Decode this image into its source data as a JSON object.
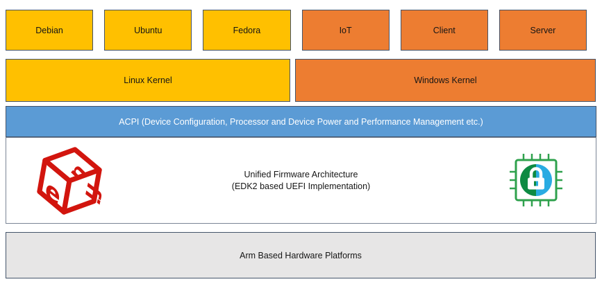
{
  "os_boxes": [
    {
      "label": "Debian",
      "family": "linux"
    },
    {
      "label": "Ubuntu",
      "family": "linux"
    },
    {
      "label": "Fedora",
      "family": "linux"
    },
    {
      "label": "IoT",
      "family": "windows"
    },
    {
      "label": "Client",
      "family": "windows"
    },
    {
      "label": "Server",
      "family": "windows"
    }
  ],
  "kernels": {
    "linux": {
      "label": "Linux Kernel"
    },
    "windows": {
      "label": "Windows Kernel"
    }
  },
  "acpi_bar": {
    "label": "ACPI (Device Configuration, Processor and Device Power and Performance Management etc.)"
  },
  "firmware_box": {
    "title": "Unified Firmware Architecture",
    "subtitle": "(EDK2 based UEFI Implementation)",
    "left_icon": "uefi-logo",
    "right_icon": "security-chip-icon",
    "uefi_letters": {
      "top": "u",
      "left": "e",
      "right": "fi"
    }
  },
  "hardware_bar": {
    "label": "Arm Based Hardware Platforms"
  },
  "colors": {
    "linux_yellow": "#FFC000",
    "windows_orange": "#ED7D31",
    "acpi_blue": "#5B9BD5",
    "hardware_gray": "#E7E6E6",
    "box_border": "#44546A",
    "uefi_red": "#D2150E",
    "chip_green": "#2FA14D",
    "chip_circle_green": "#0E8A43",
    "chip_circle_blue": "#29ABE2"
  }
}
